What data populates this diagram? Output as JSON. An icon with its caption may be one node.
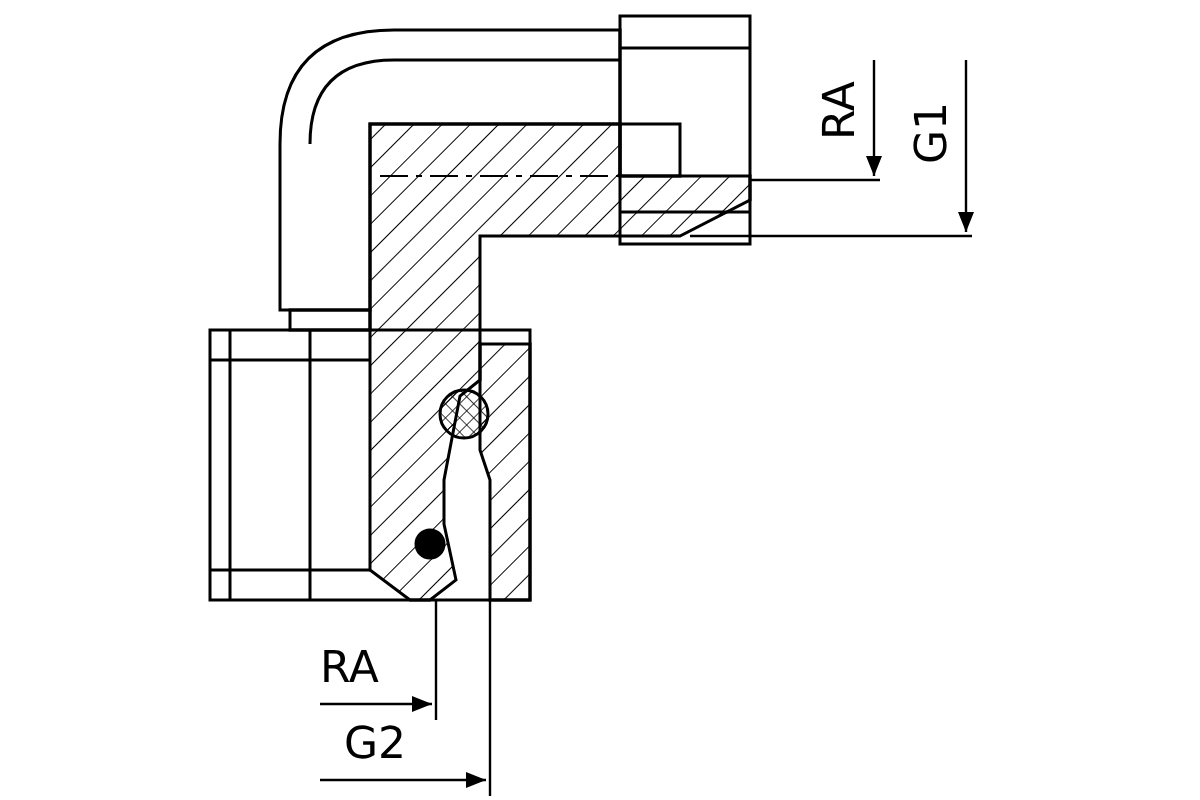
{
  "diagram": {
    "labels": [
      "RA",
      "G1",
      "RA",
      "G2"
    ]
  }
}
